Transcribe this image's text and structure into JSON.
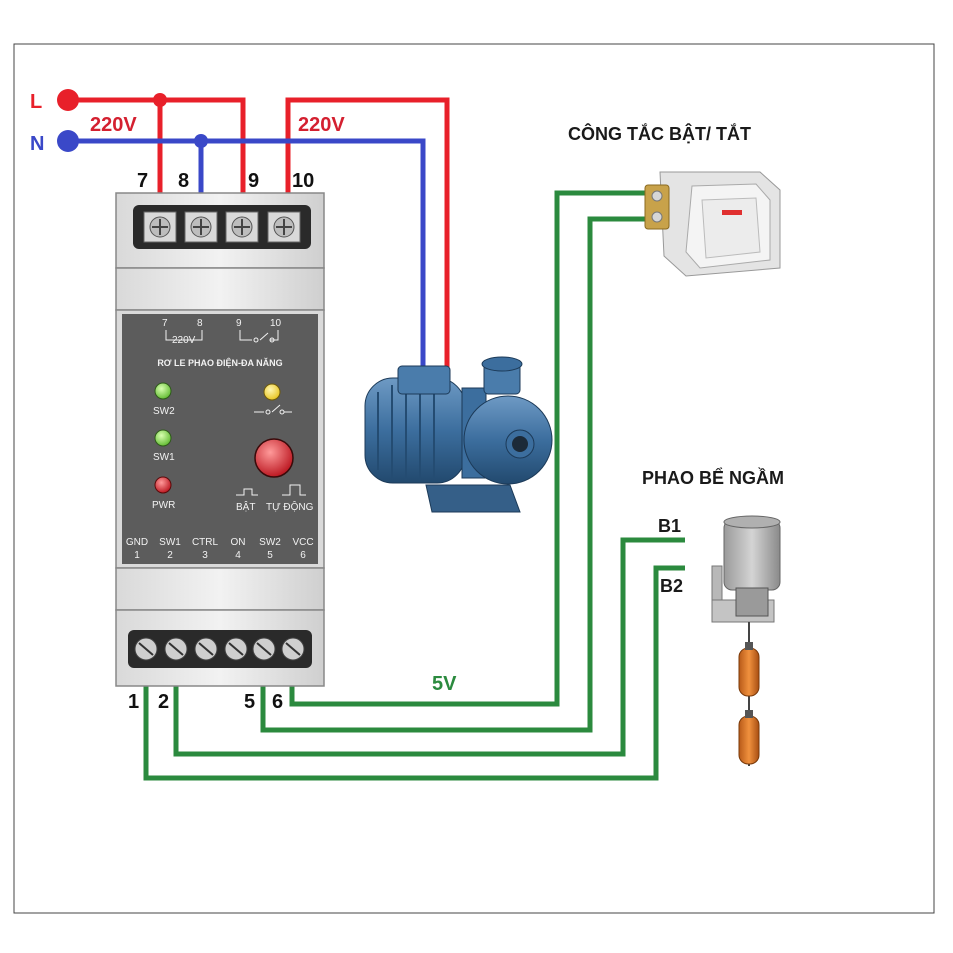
{
  "supply": {
    "line_label": "L",
    "neutral_label": "N",
    "voltage_left": "220V",
    "voltage_right": "220V"
  },
  "relay": {
    "top_terminals": [
      "7",
      "8",
      "9",
      "10"
    ],
    "bottom_terminals_used": [
      "1",
      "2",
      "5",
      "6"
    ],
    "faceplate": {
      "term_7": "7",
      "term_8": "8",
      "term_9": "9",
      "term_10": "10",
      "supply_mark": "220V",
      "title": "RƠ LE PHAO ĐIỆN-ĐA NĂNG",
      "led_sw2": "SW2",
      "led_sw1": "SW1",
      "led_pwr": "PWR",
      "btn_bat": "BẬT",
      "btn_tudong": "TỰ ĐỘNG",
      "pins": [
        {
          "name": "GND",
          "num": "1"
        },
        {
          "name": "SW1",
          "num": "2"
        },
        {
          "name": "CTRL",
          "num": "3"
        },
        {
          "name": "ON",
          "num": "4"
        },
        {
          "name": "SW2",
          "num": "5"
        },
        {
          "name": "VCC",
          "num": "6"
        }
      ]
    }
  },
  "switch": {
    "title": "CÔNG TẮC BẬT/ TẮT"
  },
  "float": {
    "title": "PHAO BỂ NGẦM",
    "b1": "B1",
    "b2": "B2"
  },
  "dc_voltage": "5V",
  "colors": {
    "red_wire": "#e8202a",
    "blue_wire": "#3a48c8",
    "green_wire": "#2b8a3e",
    "led_green": "#7bd14a",
    "led_yellow": "#f2d43a",
    "led_red": "#d8202a",
    "pump_blue": "#3c6e9e",
    "float_orange": "#e0782a"
  }
}
